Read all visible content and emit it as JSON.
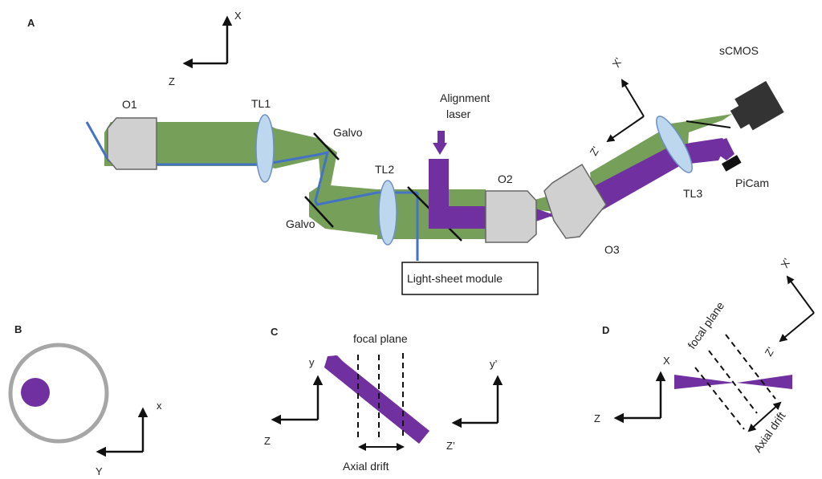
{
  "figure": {
    "colors": {
      "green_beam": "#76a05a",
      "blue_beam": "#4472c4",
      "purple": "#7030a0",
      "objective_fill": "#d0d0d0",
      "objective_stroke": "#666666",
      "lens_fill": "#bdd7ee",
      "lens_stroke": "#6d8fc2",
      "camera": "#333333",
      "ring": "#a6a6a6"
    },
    "panel_a": {
      "label": "A",
      "axes": {
        "vertical": "X",
        "horizontal": "Z"
      },
      "components": {
        "o1": "O1",
        "tl1": "TL1",
        "galvo_top": "Galvo",
        "galvo_bottom": "Galvo",
        "tl2": "TL2",
        "alignment_laser": "Alignment laser",
        "alignment_laser_line1": "Alignment",
        "alignment_laser_line2": "laser",
        "o2": "O2",
        "o3": "O3",
        "tl3": "TL3",
        "scmos": "sCMOS",
        "picam": "PiCam",
        "light_sheet_module": "Light-sheet module"
      },
      "rotated_axes": {
        "vertical": "X'",
        "horizontal": "Z'"
      }
    },
    "panel_b": {
      "label": "B",
      "axes": {
        "vertical": "x",
        "horizontal": "Y"
      }
    },
    "panel_c": {
      "label": "C",
      "focal_plane": "focal plane",
      "axial_drift": "Axial drift",
      "left_axes": {
        "vertical": "y",
        "horizontal": "Z"
      },
      "right_axes": {
        "vertical": "y’",
        "horizontal": "Z’"
      }
    },
    "panel_d": {
      "label": "D",
      "focal_plane": "focal plane",
      "axial_drift": "Axial drift",
      "left_axes": {
        "vertical": "X",
        "horizontal": "Z"
      },
      "right_axes": {
        "vertical": "X'",
        "horizontal": "Z'"
      }
    }
  }
}
